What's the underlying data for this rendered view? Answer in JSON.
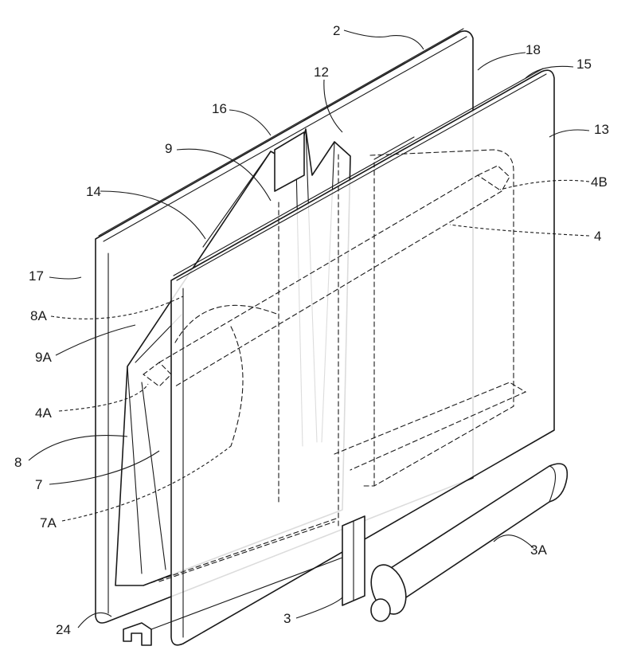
{
  "labels": {
    "l2": "2",
    "l18": "18",
    "l15": "15",
    "l12": "12",
    "l16": "16",
    "l13": "13",
    "l9": "9",
    "l4B": "4B",
    "l14": "14",
    "l4": "4",
    "l17": "17",
    "l8A": "8A",
    "l9A": "9A",
    "l4A": "4A",
    "l8": "8",
    "l7": "7",
    "l7A": "7A",
    "l3A": "3A",
    "l3": "3",
    "l24": "24"
  }
}
